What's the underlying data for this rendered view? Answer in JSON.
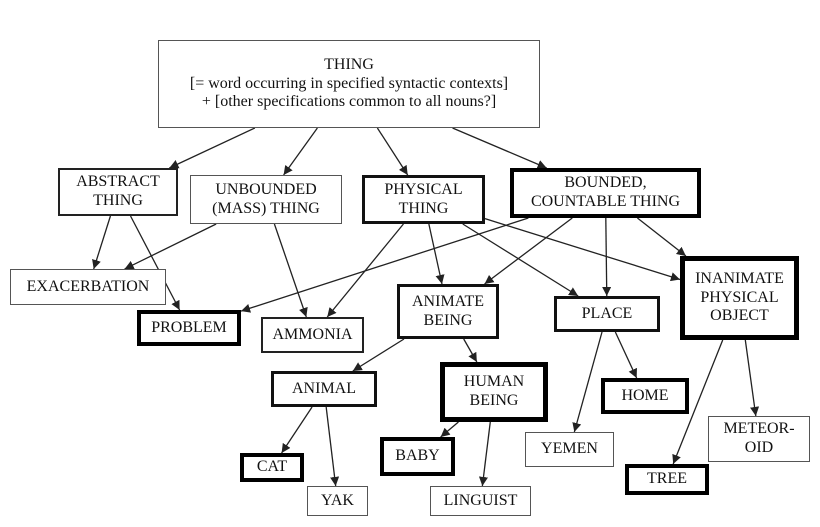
{
  "nodes": {
    "thing": "THING\n[= word occurring in specified syntactic contexts]\n+ [other specifications common to all nouns?]",
    "abstract": "ABSTRACT\nTHING",
    "unbounded": "UNBOUNDED\n(MASS) THING",
    "physical": "PHYSICAL\nTHING",
    "bounded": "BOUNDED,\nCOUNTABLE THING",
    "exacerbation": "EXACERBATION",
    "problem": "PROBLEM",
    "ammonia": "AMMONIA",
    "animate": "ANIMATE\nBEING",
    "place": "PLACE",
    "inanimate": "INANIMATE\nPHYSICAL\nOBJECT",
    "animal": "ANIMAL",
    "human": "HUMAN\nBEING",
    "home": "HOME",
    "cat": "CAT",
    "yak": "YAK",
    "baby": "BABY",
    "linguist": "LINGUIST",
    "yemen": "YEMEN",
    "tree": "TREE",
    "meteoroid": "METEOR-\nOID"
  },
  "edges": [
    [
      "thing",
      "abstract"
    ],
    [
      "thing",
      "unbounded"
    ],
    [
      "thing",
      "physical"
    ],
    [
      "thing",
      "bounded"
    ],
    [
      "abstract",
      "exacerbation"
    ],
    [
      "abstract",
      "problem"
    ],
    [
      "unbounded",
      "exacerbation"
    ],
    [
      "unbounded",
      "ammonia"
    ],
    [
      "physical",
      "ammonia"
    ],
    [
      "physical",
      "animate"
    ],
    [
      "physical",
      "place"
    ],
    [
      "physical",
      "inanimate"
    ],
    [
      "bounded",
      "problem"
    ],
    [
      "bounded",
      "animate"
    ],
    [
      "bounded",
      "place"
    ],
    [
      "bounded",
      "inanimate"
    ],
    [
      "animate",
      "animal"
    ],
    [
      "animate",
      "human"
    ],
    [
      "place",
      "yemen"
    ],
    [
      "place",
      "home"
    ],
    [
      "inanimate",
      "tree"
    ],
    [
      "inanimate",
      "meteoroid"
    ],
    [
      "animal",
      "cat"
    ],
    [
      "animal",
      "yak"
    ],
    [
      "human",
      "baby"
    ],
    [
      "human",
      "linguist"
    ]
  ]
}
